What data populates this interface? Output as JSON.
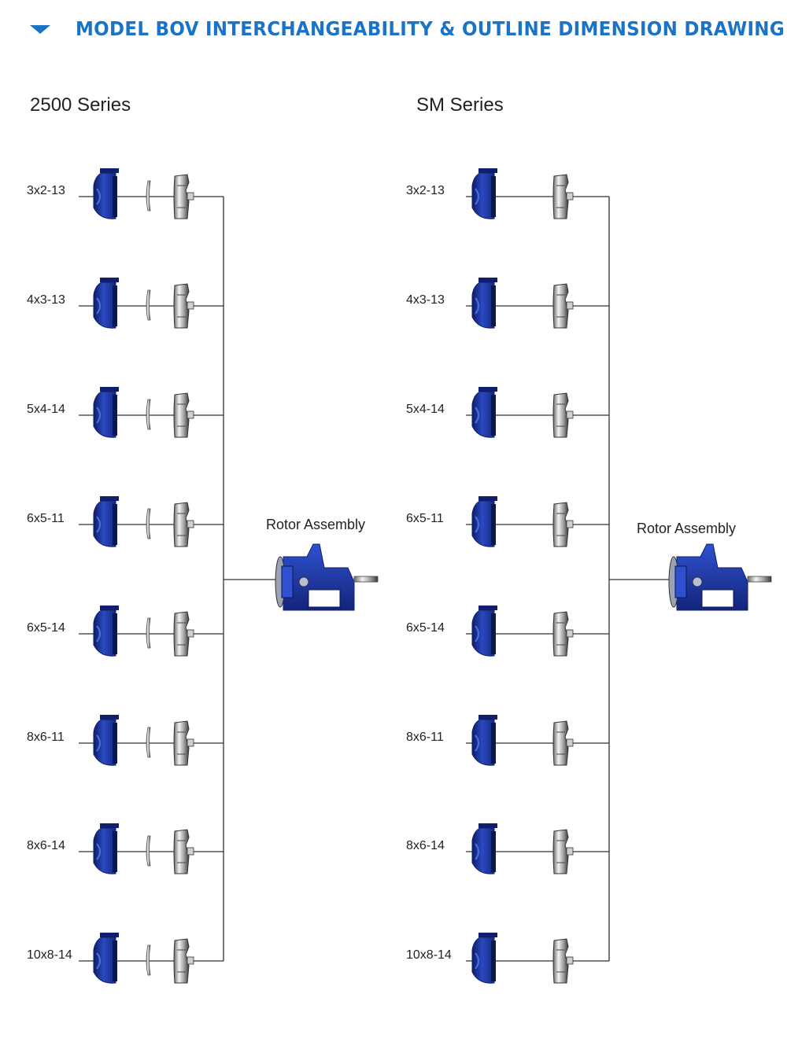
{
  "title": "MODEL BOV INTERCHANGEABILITY & OUTLINE DIMENSION DRAWING",
  "series": [
    {
      "heading": "2500 Series",
      "rotor_label": "Rotor Assembly",
      "has_wear_plate": true,
      "sizes": [
        "3x2-13",
        "4x3-13",
        "5x4-14",
        "6x5-11",
        "6x5-14",
        "8x6-11",
        "8x6-14",
        "10x8-14"
      ]
    },
    {
      "heading": "SM Series",
      "rotor_label": "Rotor Assembly",
      "has_wear_plate": false,
      "sizes": [
        "3x2-13",
        "4x3-13",
        "5x4-14",
        "6x5-11",
        "6x5-14",
        "8x6-11",
        "8x6-14",
        "10x8-14"
      ]
    }
  ],
  "colors": {
    "title": "#1a73c6",
    "casing": "#1f3aa6",
    "casing_dark": "#101f6b",
    "line": "#333333"
  },
  "icons": {
    "header": "triangle-down-icon",
    "casing": "pump-casing-icon",
    "wear_plate": "wear-plate-icon",
    "impeller": "impeller-icon",
    "rotor": "rotor-assembly-icon"
  }
}
